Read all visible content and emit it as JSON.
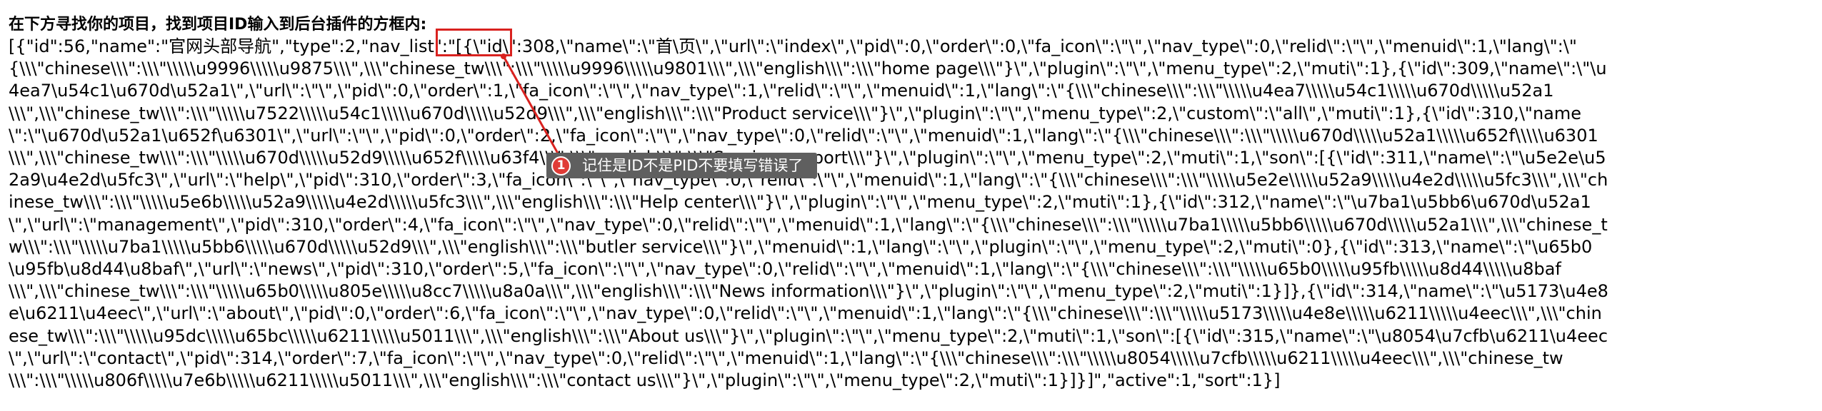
{
  "instruction": "在下方寻找你的项目，找到项目ID输入到后台插件的方框内:",
  "raw_json": "[{\"id\":56,\"name\":\"官网头部导航\",\"type\":2,\"nav_list\":\"[{\\\"id\\\":308,\\\"name\\\":\\\"首\\页\\\",\\\"url\\\":\\\"index\\\",\\\"pid\\\":0,\\\"order\\\":0,\\\"fa_icon\\\":\\\"\\\",\\\"nav_type\\\":0,\\\"relid\\\":\\\"\\\",\\\"menuid\\\":1,\\\"lang\\\":\\\"{\\\\\\\"chinese\\\\\\\":\\\\\\\"\\\\\\\\\\u9996\\\\\\\\\\u9875\\\\\\\",\\\\\\\"chinese_tw\\\\\\\":\\\\\\\"\\\\\\\\\\u9996\\\\\\\\\\u9801\\\\\\\",\\\\\\\"english\\\\\\\":\\\\\\\"home page\\\\\\\"}\\\",\\\"plugin\\\":\\\"\\\",\\\"menu_type\\\":2,\\\"muti\\\":1},{\\\"id\\\":309,\\\"name\\\":\\\"\\u4ea7\\u54c1\\u670d\\u52a1\\\",\\\"url\\\":\\\"\\\",\\\"pid\\\":0,\\\"order\\\":1,\\\"fa_icon\\\":\\\"\\\",\\\"nav_type\\\":1,\\\"relid\\\":\\\"\\\",\\\"menuid\\\":1,\\\"lang\\\":\\\"{\\\\\\\"chinese\\\\\\\":\\\\\\\"\\\\\\\\\\u4ea7\\\\\\\\\\u54c1\\\\\\\\\\u670d\\\\\\\\\\u52a1\\\\\\\",\\\\\\\"chinese_tw\\\\\\\":\\\\\\\"\\\\\\\\\\u7522\\\\\\\\\\u54c1\\\\\\\\\\u670d\\\\\\\\\\u52d9\\\\\\\",\\\\\\\"english\\\\\\\":\\\\\\\"Product service\\\\\\\"}\\\",\\\"plugin\\\":\\\"\\\",\\\"menu_type\\\":2,\\\"custom\\\":\\\"all\\\",\\\"muti\\\":1},{\\\"id\\\":310,\\\"name\\\":\\\"\\u670d\\u52a1\\u652f\\u6301\\\",\\\"url\\\":\\\"\\\",\\\"pid\\\":0,\\\"order\\\":2,\\\"fa_icon\\\":\\\"\\\",\\\"nav_type\\\":0,\\\"relid\\\":\\\"\\\",\\\"menuid\\\":1,\\\"lang\\\":\\\"{\\\\\\\"chinese\\\\\\\":\\\\\\\"\\\\\\\\\\u670d\\\\\\\\\\u52a1\\\\\\\\\\u652f\\\\\\\\\\u6301\\\\\\\",\\\\\\\"chinese_tw\\\\\\\":\\\\\\\"\\\\\\\\\\u670d\\\\\\\\\\u52d9\\\\\\\\\\u652f\\\\\\\\\\u63f4\\\\\\\",\\\\\\\"english\\\\\\\":\\\\\\\"Service support\\\\\\\"}\\\",\\\"plugin\\\":\\\"\\\",\\\"menu_type\\\":2,\\\"muti\\\":1,\\\"son\\\":[{\\\"id\\\":311,\\\"name\\\":\\\"\\u5e2e\\u52a9\\u4e2d\\u5fc3\\\",\\\"url\\\":\\\"help\\\",\\\"pid\\\":310,\\\"order\\\":3,\\\"fa_icon\\\":\\\"\\\",\\\"nav_type\\\":0,\\\"relid\\\":\\\"\\\",\\\"menuid\\\":1,\\\"lang\\\":\\\"{\\\\\\\"chinese\\\\\\\":\\\\\\\"\\\\\\\\\\u5e2e\\\\\\\\\\u52a9\\\\\\\\\\u4e2d\\\\\\\\\\u5fc3\\\\\\\",\\\\\\\"chinese_tw\\\\\\\":\\\\\\\"\\\\\\\\\\u5e6b\\\\\\\\\\u52a9\\\\\\\\\\u4e2d\\\\\\\\\\u5fc3\\\\\\\",\\\\\\\"english\\\\\\\":\\\\\\\"Help center\\\\\\\"}\\\",\\\"plugin\\\":\\\"\\\",\\\"menu_type\\\":2,\\\"muti\\\":1},{\\\"id\\\":312,\\\"name\\\":\\\"\\u7ba1\\u5bb6\\u670d\\u52a1\\\",\\\"url\\\":\\\"management\\\",\\\"pid\\\":310,\\\"order\\\":4,\\\"fa_icon\\\":\\\"\\\",\\\"nav_type\\\":0,\\\"relid\\\":\\\"\\\",\\\"menuid\\\":1,\\\"lang\\\":\\\"{\\\\\\\"chinese\\\\\\\":\\\\\\\"\\\\\\\\\\u7ba1\\\\\\\\\\u5bb6\\\\\\\\\\u670d\\\\\\\\\\u52a1\\\\\\\",\\\\\\\"chinese_tw\\\\\\\":\\\\\\\"\\\\\\\\\\u7ba1\\\\\\\\\\u5bb6\\\\\\\\\\u670d\\\\\\\\\\u52d9\\\\\\\",\\\\\\\"english\\\\\\\":\\\\\\\"butler service\\\\\\\"}\\\",\\\"menuid\\\":1,\\\"lang\\\":\\\"\\\",\\\"plugin\\\":\\\"\\\",\\\"menu_type\\\":2,\\\"muti\\\":0},{\\\"id\\\":313,\\\"name\\\":\\\"\\u65b0\\u95fb\\u8d44\\u8baf\\\",\\\"url\\\":\\\"news\\\",\\\"pid\\\":310,\\\"order\\\":5,\\\"fa_icon\\\":\\\"\\\",\\\"nav_type\\\":0,\\\"relid\\\":\\\"\\\",\\\"menuid\\\":1,\\\"lang\\\":\\\"{\\\\\\\"chinese\\\\\\\":\\\\\\\"\\\\\\\\\\u65b0\\\\\\\\\\u95fb\\\\\\\\\\u8d44\\\\\\\\\\u8baf\\\\\\\",\\\\\\\"chinese_tw\\\\\\\":\\\\\\\"\\\\\\\\\\u65b0\\\\\\\\\\u805e\\\\\\\\\\u8cc7\\\\\\\\\\u8a0a\\\\\\\",\\\\\\\"english\\\\\\\":\\\\\\\"News information\\\\\\\"}\\\",\\\"plugin\\\":\\\"\\\",\\\"menu_type\\\":2,\\\"muti\\\":1}]},{\\\"id\\\":314,\\\"name\\\":\\\"\\u5173\\u4e8e\\u6211\\u4eec\\\",\\\"url\\\":\\\"about\\\",\\\"pid\\\":0,\\\"order\\\":6,\\\"fa_icon\\\":\\\"\\\",\\\"nav_type\\\":0,\\\"relid\\\":\\\"\\\",\\\"menuid\\\":1,\\\"lang\\\":\\\"{\\\\\\\"chinese\\\\\\\":\\\\\\\"\\\\\\\\\\u5173\\\\\\\\\\u4e8e\\\\\\\\\\u6211\\\\\\\\\\u4eec\\\\\\\",\\\\\\\"chinese_tw\\\\\\\":\\\\\\\"\\\\\\\\\\u95dc\\\\\\\\\\u65bc\\\\\\\\\\u6211\\\\\\\\\\u5011\\\\\\\",\\\\\\\"english\\\\\\\":\\\\\\\"About us\\\\\\\"}\\\",\\\"plugin\\\":\\\"\\\",\\\"menu_type\\\":2,\\\"muti\\\":1,\\\"son\\\":[{\\\"id\\\":315,\\\"name\\\":\\\"\\u8054\\u7cfb\\u6211\\u4eec\\\",\\\"url\\\":\\\"contact\\\",\\\"pid\\\":314,\\\"order\\\":7,\\\"fa_icon\\\":\\\"\\\",\\\"nav_type\\\":0,\\\"relid\\\":\\\"\\\",\\\"menuid\\\":1,\\\"lang\\\":\\\"{\\\\\\\"chinese\\\\\\\":\\\\\\\"\\\\\\\\\\u8054\\\\\\\\\\u7cfb\\\\\\\\\\u6211\\\\\\\\\\u4eec\\\\\\\",\\\\\\\"chinese_tw\\\\\\\":\\\\\\\"\\\\\\\\\\u806f\\\\\\\\\\u7e6b\\\\\\\\\\u6211\\\\\\\\\\u5011\\\\\\\",\\\\\\\"english\\\\\\\":\\\\\\\"contact us\\\\\\\"}\\\",\\\"plugin\\\":\\\"\\\",\\\"menu_type\\\":2,\\\"muti\\\":1}]}]\",\"active\":1,\"sort\":1}]",
  "highlight_label": "\"id\\\":308",
  "tooltip": {
    "number": "1",
    "text": "记住是ID不是PID不要填写错误了"
  },
  "colors": {
    "highlight": "#d9221f",
    "tooltip_bg": "#5f5f5f",
    "badge_bg": "#e03b36"
  }
}
